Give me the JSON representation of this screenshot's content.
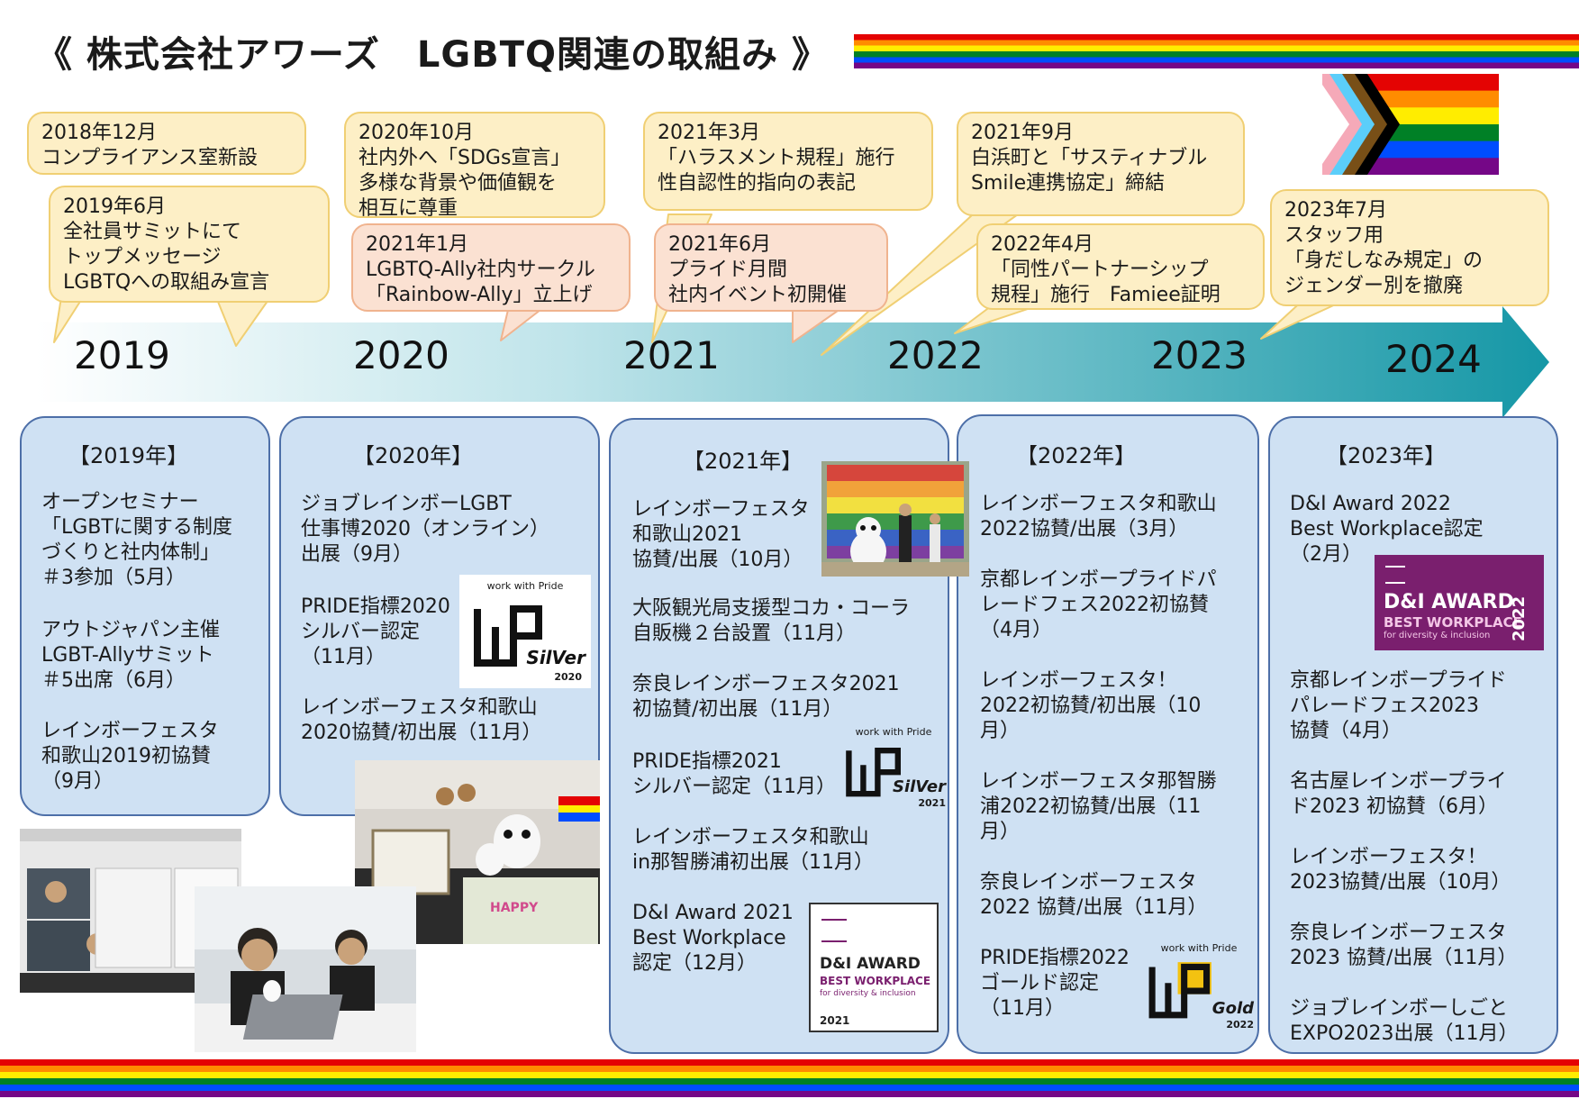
{
  "title": "《 株式会社アワーズ　LGBTQ関連の取組み 》",
  "timeline": {
    "years": [
      "2019",
      "2020",
      "2021",
      "2022",
      "2023",
      "2024"
    ],
    "callouts": [
      {
        "text": "2018年12月\n コンプライアンス室新設"
      },
      {
        "text": "2019年6月\n 全社員サミットにて\n トップメッセージ\n LGBTQへの取組み宣言"
      },
      {
        "text": "2020年10月\n社内外へ「SDGs宣言」\n多様な背景や価値観を\n相互に尊重"
      },
      {
        "text": "2021年1月\nLGBTQ-Ally社内サークル\n「Rainbow-Ally」立上げ"
      },
      {
        "text": "2021年3月\n「ハラスメント規程」施行\n性自認性的指向の表記"
      },
      {
        "text": "2021年6月\nプライド月間\n社内イベント初開催"
      },
      {
        "text": "2021年9月\n白浜町と「サスティナブル\nSmile連携協定」締結"
      },
      {
        "text": "2022年4月\n「同性パートナーシップ\n規程」施行　Famiee証明"
      },
      {
        "text": "2023年7月\nスタッフ用\n「身だしなみ規定」の\nジェンダー別を撤廃"
      }
    ]
  },
  "cards": [
    {
      "heading": "【2019年】",
      "events": [
        "オープンセミナー\n「LGBTに関する制度\nづくりと社内体制」\n＃3参加（5月）",
        "アウトジャパン主催\nLGBT-Allyサミット\n＃5出席（6月）",
        "レインボーフェスタ\n和歌山2019初協賛\n（9月）"
      ]
    },
    {
      "heading": "【2020年】",
      "events": [
        "ジョブレインボーLGBT\n仕事博2020（オンライン）\n出展（9月）",
        "PRIDE指標2020\nシルバー認定\n（11月）",
        "レインボーフェスタ和歌山\n2020協賛/初出展（11月）"
      ]
    },
    {
      "heading": "【2021年】",
      "events": [
        "レインボーフェスタ\n和歌山2021\n協賛/出展（10月）",
        "大阪観光局支援型コカ・コーラ\n自販機２台設置（11月）",
        "奈良レインボーフェスタ2021\n初協賛/初出展（11月）",
        "PRIDE指標2021\nシルバー認定（11月）",
        "レインボーフェスタ和歌山\nin那智勝浦初出展（11月）",
        "D&I Award 2021\nBest Workplace\n認定（12月）"
      ]
    },
    {
      "heading": "【2022年】",
      "events": [
        "レインボーフェスタ和歌山\n2022協賛/出展（3月）",
        "京都レインボープライドパ\nレードフェス2022初協賛\n（4月）",
        "レインボーフェスタ！\n2022初協賛/初出展（10\n月）",
        "レインボーフェスタ那智勝\n浦2022初協賛/出展（11\n月）",
        "奈良レインボーフェスタ\n2022 協賛/出展（11月）",
        "PRIDE指標2022\nゴールド認定\n（11月）"
      ]
    },
    {
      "heading": "【2023年】",
      "events": [
        "D&I Award 2022\nBest Workplace認定\n（2月）",
        "京都レインボープライド\nパレードフェス2023\n協賛（4月）",
        "名古屋レインボープライ\nド2023 初協賛（6月）",
        "レインボーフェスタ！\n2023協賛/出展（10月）",
        "奈良レインボーフェスタ\n2023 協賛/出展（11月）",
        "ジョブレインボーしごと\nEXPO2023出展（11月）"
      ]
    }
  ],
  "badges": {
    "wwp_caption": "work with Pride",
    "wwp_2020": {
      "rank": "SilVer",
      "year": "2020"
    },
    "wwp_2021": {
      "rank": "SilVer",
      "year": "2021"
    },
    "wwp_2022": {
      "rank": "Gold",
      "year": "2022"
    },
    "dai_2021": {
      "l1": "D&I AWARD",
      "l2": "BEST WORKPLACE",
      "l3": "for diversity & inclusion",
      "year": "2021"
    },
    "dai_2022": {
      "l1": "D&I AWARD",
      "l2": "BEST WORKPLACE",
      "l3": "for diversity & inclusion",
      "year": "2022"
    }
  },
  "colors": {
    "callout_fill": "#fdefc6",
    "callout_pink": "#fbe1d2",
    "card_fill": "#cfe1f3",
    "card_border": "#4d6fa8",
    "arrow_end": "#1597a6",
    "dai_purple": "#7a1f6e"
  }
}
